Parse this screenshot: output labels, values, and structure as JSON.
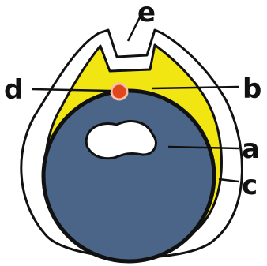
{
  "diagram": {
    "labels": {
      "a": "a",
      "b": "b",
      "c": "c",
      "d": "d",
      "e": "e"
    },
    "colors": {
      "outer_coat": "#ffffff",
      "outline": "#111111",
      "yellow_layer": "#f2e612",
      "blue_core": "#4a6588",
      "inner_cavity": "#ffffff",
      "red_dot": "#e0481c",
      "red_dot_ring": "#f7c2a8"
    }
  }
}
